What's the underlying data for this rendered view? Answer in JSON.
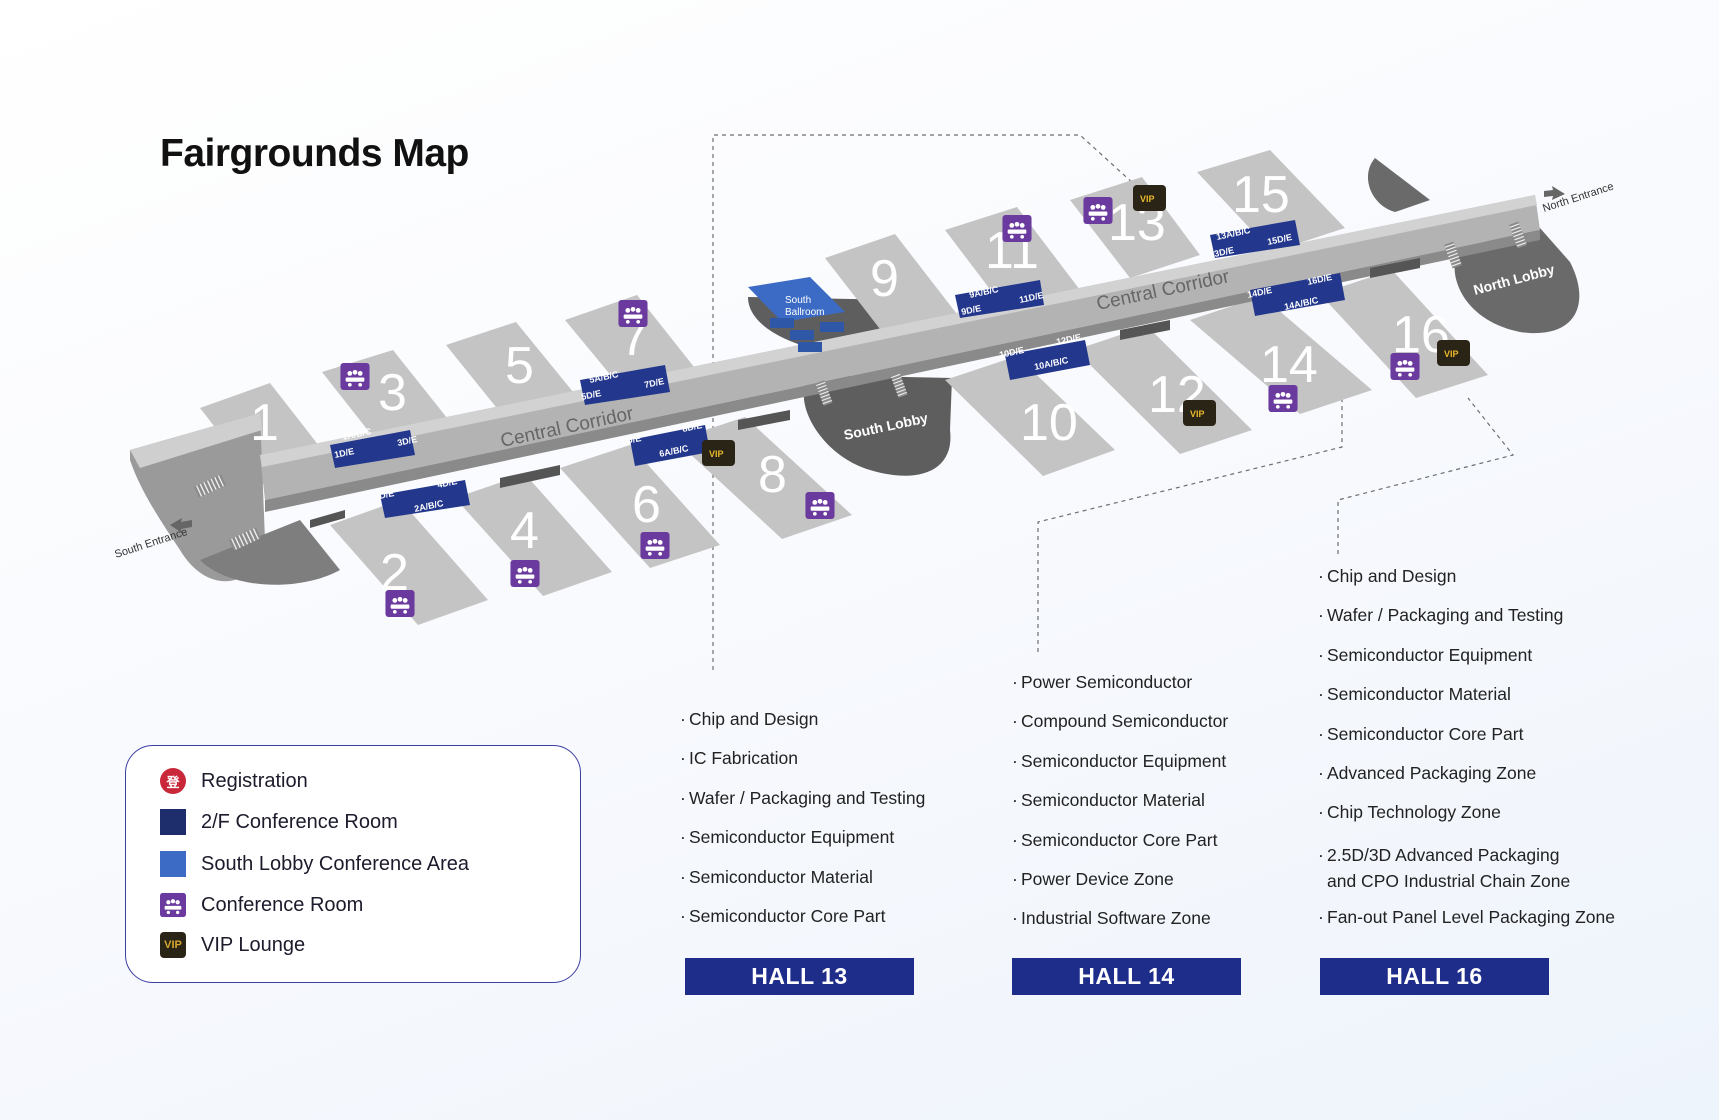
{
  "title": "Fairgrounds Map",
  "map": {
    "halls": [
      "1",
      "2",
      "3",
      "4",
      "5",
      "6",
      "7",
      "8",
      "9",
      "10",
      "11",
      "12",
      "13",
      "14",
      "15",
      "16"
    ],
    "corridor_label": "Central Corridor",
    "south_lobby": "South Lobby",
    "north_lobby": "North Lobby",
    "south_ballroom_line1": "South",
    "south_ballroom_line2": "Ballroom",
    "south_entrance": "South Entrance",
    "north_entrance": "North Entrance",
    "vip_label": "VIP",
    "rooms": {
      "r1abc": "1A/B/C",
      "r1de": "1D/E",
      "r3de": "3D/E",
      "r2de": "2D/E",
      "r4de": "4D/E",
      "r2abc": "2A/B/C",
      "r5abc": "5A/B/C",
      "r5de": "5D/E",
      "r7de": "7D/E",
      "r6de": "6D/E",
      "r8de": "8D/E",
      "r6abc": "6A/B/C",
      "r9abc": "9A/B/C",
      "r9de": "9D/E",
      "r11de": "11D/E",
      "r10de": "10D/E",
      "r12de": "12D/E",
      "r10abc": "10A/B/C",
      "r13abc": "13A/B/C",
      "r13de": "13D/E",
      "r15de": "15D/E",
      "r14de": "14D/E",
      "r16de": "16D/E",
      "r14abc": "14A/B/C"
    }
  },
  "legend": [
    {
      "icon": "registration-icon",
      "glyph": "登",
      "label": "Registration"
    },
    {
      "icon": "2f-conference-swatch",
      "color": "#1e2d6b",
      "label": "2/F Conference Room"
    },
    {
      "icon": "south-lobby-swatch",
      "color": "#3b6bc4",
      "label": "South Lobby Conference Area"
    },
    {
      "icon": "conference-room-icon",
      "color": "#6a3a9e",
      "label": "Conference Room"
    },
    {
      "icon": "vip-icon",
      "glyph": "VIP",
      "label": "VIP Lounge"
    }
  ],
  "hall13": {
    "tag": "HALL 13",
    "items": [
      "Chip and Design",
      "IC Fabrication",
      "Wafer / Packaging and Testing",
      "Semiconductor Equipment",
      "Semiconductor Material",
      "Semiconductor Core Part"
    ]
  },
  "hall14": {
    "tag": "HALL 14",
    "items": [
      "Power Semiconductor",
      "Compound Semiconductor",
      "Semiconductor Equipment",
      "Semiconductor Material",
      "Semiconductor Core Part",
      "Power Device Zone",
      "Industrial Software Zone"
    ]
  },
  "hall16": {
    "tag": "HALL 16",
    "items": [
      "Chip and Design",
      "Wafer / Packaging and Testing",
      "Semiconductor Equipment",
      "Semiconductor Material",
      "Semiconductor Core Part",
      "Advanced Packaging Zone",
      "Chip Technology Zone"
    ],
    "two_line_1": "2.5D/3D Advanced Packaging",
    "two_line_2": "and CPO Industrial Chain Zone",
    "last": "Fan-out Panel Level Packaging Zone"
  },
  "colors": {
    "hall_fill": "#c4c4c4",
    "corridor": "#b9b9b9",
    "lobby": "#6a6a6a",
    "room_2f": "#1e2d6b",
    "room_south": "#3b6bc4",
    "conference": "#6a3a9e",
    "vip": "#2a2416",
    "hall_tag": "#1e2d8a"
  }
}
